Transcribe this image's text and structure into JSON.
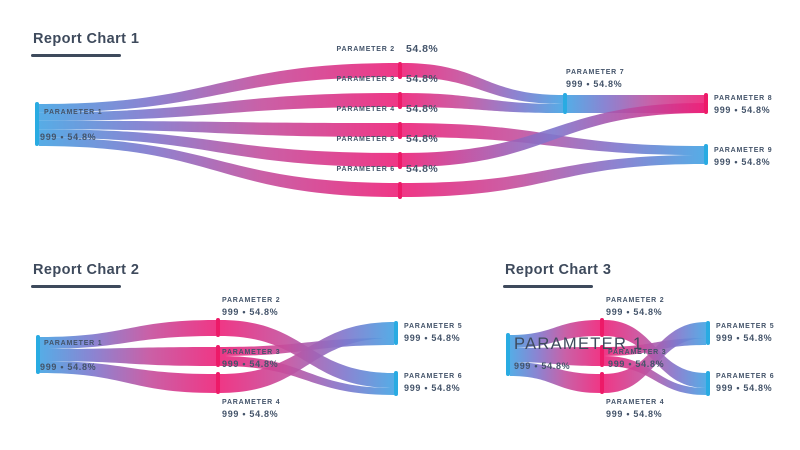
{
  "colors": {
    "node_cyan": "#29ABE2",
    "node_pink": "#ED1A68",
    "flow_blue": "#44A3E3",
    "flow_purple": "#7E77CD",
    "flow_magenta": "#C44F9D",
    "flow_pink": "#ED2279",
    "text": "#44546A",
    "title": "#3E4A5C"
  },
  "charts": [
    {
      "title": "Report Chart 1",
      "nodes": {
        "p1": {
          "name": "PARAMETER 1",
          "value": "999 • 54.8%"
        },
        "p2": {
          "name": "PARAMETER 2",
          "pct": "54.8%"
        },
        "p3": {
          "name": "PARAMETER 3",
          "pct": "54.8%"
        },
        "p4": {
          "name": "PARAMETER 4",
          "pct": "54.8%"
        },
        "p5": {
          "name": "PARAMETER 5",
          "pct": "54.8%"
        },
        "p6": {
          "name": "PARAMETER 6",
          "pct": "54.8%"
        },
        "p7": {
          "name": "PARAMETER 7",
          "value": "999 • 54.8%"
        },
        "p8": {
          "name": "PARAMETER 8",
          "value": "999 • 54.8%"
        },
        "p9": {
          "name": "PARAMETER 9",
          "value": "999 • 54.8%"
        }
      }
    },
    {
      "title": "Report Chart 2",
      "nodes": {
        "p1": {
          "name": "PARAMETER 1",
          "value": "999 • 54.8%"
        },
        "p2": {
          "name": "PARAMETER 2",
          "value": "999 • 54.8%"
        },
        "p3": {
          "name": "PARAMETER 3",
          "value": "999 • 54.8%"
        },
        "p4": {
          "name": "PARAMETER 4",
          "value": "999 • 54.8%"
        },
        "p5": {
          "name": "PARAMETER 5",
          "value": "999 • 54.8%"
        },
        "p6": {
          "name": "PARAMETER 6",
          "value": "999 • 54.8%"
        }
      }
    },
    {
      "title": "Report Chart 3",
      "nodes": {
        "p1": {
          "name": "PARAMETER 1",
          "value": "999 • 54.8%"
        },
        "p2": {
          "name": "PARAMETER 2",
          "value": "999 • 54.8%"
        },
        "p3": {
          "name": "PARAMETER 3",
          "value": "999 • 54.8%"
        },
        "p4": {
          "name": "PARAMETER 4",
          "value": "999 • 54.8%"
        },
        "p5": {
          "name": "PARAMETER 5",
          "value": "999 • 54.8%"
        },
        "p6": {
          "name": "PARAMETER 6",
          "value": "999 • 54.8%"
        }
      }
    }
  ],
  "chart_data": [
    {
      "type": "sankey",
      "title": "Report Chart 1",
      "nodes": [
        {
          "name": "PARAMETER 1",
          "value": 999,
          "share": "54.8%"
        },
        {
          "name": "PARAMETER 2",
          "share": "54.8%"
        },
        {
          "name": "PARAMETER 3",
          "share": "54.8%"
        },
        {
          "name": "PARAMETER 4",
          "share": "54.8%"
        },
        {
          "name": "PARAMETER 5",
          "share": "54.8%"
        },
        {
          "name": "PARAMETER 6",
          "share": "54.8%"
        },
        {
          "name": "PARAMETER 7",
          "value": 999,
          "share": "54.8%"
        },
        {
          "name": "PARAMETER 8",
          "value": 999,
          "share": "54.8%"
        },
        {
          "name": "PARAMETER 9",
          "value": 999,
          "share": "54.8%"
        }
      ],
      "links": [
        [
          "PARAMETER 1",
          "PARAMETER 2"
        ],
        [
          "PARAMETER 1",
          "PARAMETER 3"
        ],
        [
          "PARAMETER 1",
          "PARAMETER 4"
        ],
        [
          "PARAMETER 1",
          "PARAMETER 5"
        ],
        [
          "PARAMETER 1",
          "PARAMETER 6"
        ],
        [
          "PARAMETER 2",
          "PARAMETER 7"
        ],
        [
          "PARAMETER 3",
          "PARAMETER 7"
        ],
        [
          "PARAMETER 7",
          "PARAMETER 8"
        ],
        [
          "PARAMETER 5",
          "PARAMETER 8"
        ],
        [
          "PARAMETER 4",
          "PARAMETER 9"
        ],
        [
          "PARAMETER 6",
          "PARAMETER 9"
        ]
      ]
    },
    {
      "type": "sankey",
      "title": "Report Chart 2",
      "nodes": [
        {
          "name": "PARAMETER 1",
          "value": 999,
          "share": "54.8%"
        },
        {
          "name": "PARAMETER 2",
          "value": 999,
          "share": "54.8%"
        },
        {
          "name": "PARAMETER 3",
          "value": 999,
          "share": "54.8%"
        },
        {
          "name": "PARAMETER 4",
          "value": 999,
          "share": "54.8%"
        },
        {
          "name": "PARAMETER 5",
          "value": 999,
          "share": "54.8%"
        },
        {
          "name": "PARAMETER 6",
          "value": 999,
          "share": "54.8%"
        }
      ],
      "links": [
        [
          "PARAMETER 1",
          "PARAMETER 2"
        ],
        [
          "PARAMETER 1",
          "PARAMETER 3"
        ],
        [
          "PARAMETER 1",
          "PARAMETER 4"
        ],
        [
          "PARAMETER 2",
          "PARAMETER 6"
        ],
        [
          "PARAMETER 4",
          "PARAMETER 5"
        ],
        [
          "PARAMETER 3",
          "PARAMETER 5"
        ],
        [
          "PARAMETER 3",
          "PARAMETER 6"
        ]
      ]
    },
    {
      "type": "sankey",
      "title": "Report Chart 3",
      "nodes": [
        {
          "name": "PARAMETER 1",
          "value": 999,
          "share": "54.8%"
        },
        {
          "name": "PARAMETER 2",
          "value": 999,
          "share": "54.8%"
        },
        {
          "name": "PARAMETER 3",
          "value": 999,
          "share": "54.8%"
        },
        {
          "name": "PARAMETER 4",
          "value": 999,
          "share": "54.8%"
        },
        {
          "name": "PARAMETER 5",
          "value": 999,
          "share": "54.8%"
        },
        {
          "name": "PARAMETER 6",
          "value": 999,
          "share": "54.8%"
        }
      ],
      "links": [
        [
          "PARAMETER 1",
          "PARAMETER 2"
        ],
        [
          "PARAMETER 1",
          "PARAMETER 3"
        ],
        [
          "PARAMETER 1",
          "PARAMETER 4"
        ],
        [
          "PARAMETER 2",
          "PARAMETER 6"
        ],
        [
          "PARAMETER 4",
          "PARAMETER 5"
        ],
        [
          "PARAMETER 3",
          "PARAMETER 5"
        ],
        [
          "PARAMETER 3",
          "PARAMETER 6"
        ]
      ]
    }
  ]
}
